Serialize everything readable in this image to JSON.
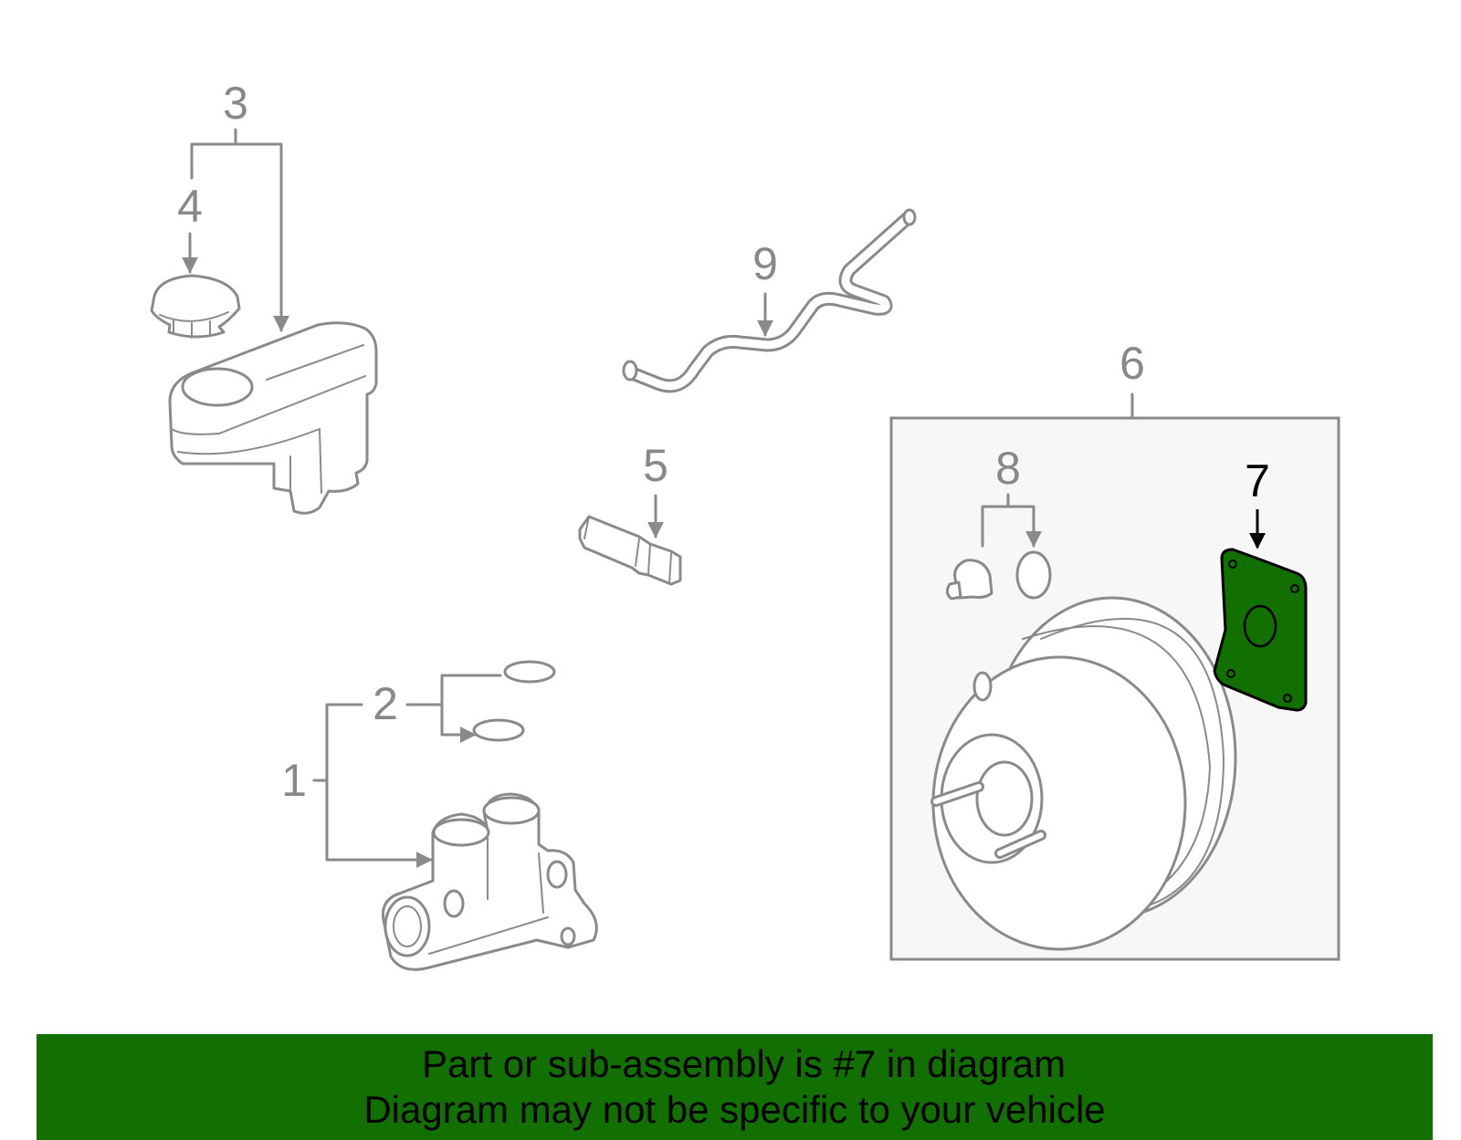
{
  "callouts": {
    "c1": "1",
    "c2": "2",
    "c3": "3",
    "c4": "4",
    "c5": "5",
    "c6": "6",
    "c7": "7",
    "c8": "8",
    "c9": "9"
  },
  "highlighted_part": "7",
  "colors": {
    "banner": "#117000",
    "highlight_fill": "#117000",
    "part_stroke": "#8a8a8a",
    "callout_text": "#888888",
    "group_box": "#f7f7f7"
  },
  "banner": {
    "line1": "Part or sub-assembly is #7 in diagram",
    "line2": "Diagram may not be specific to your vehicle"
  }
}
